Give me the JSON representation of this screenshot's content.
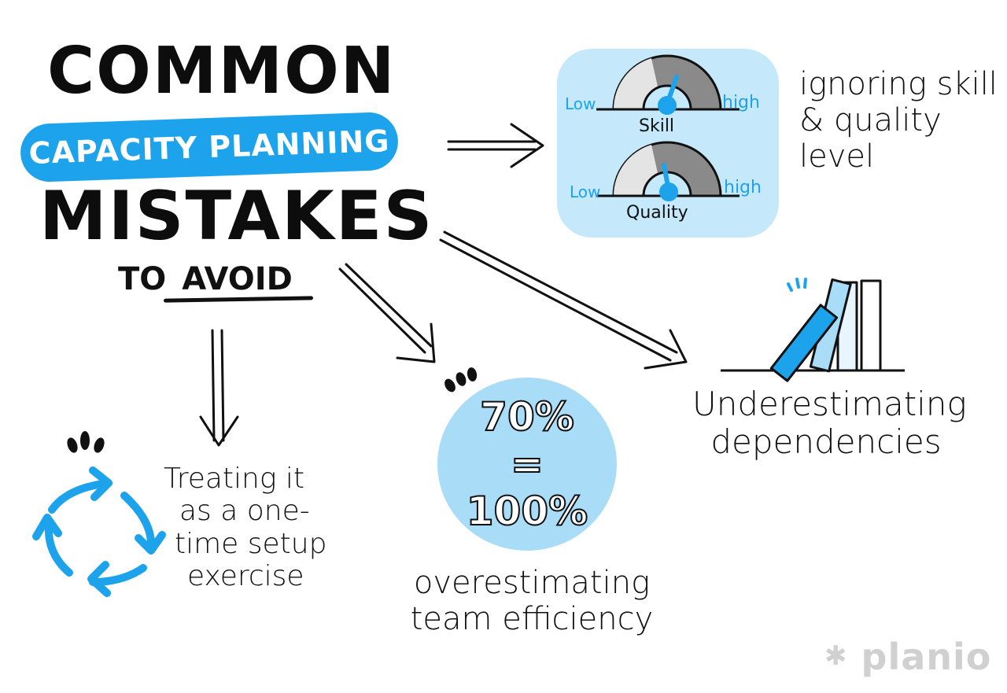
{
  "title": {
    "line1": "COMMON",
    "highlight": "CAPACITY PLANNING",
    "line3": "MISTAKES",
    "line4_prefix": "TO",
    "line4_emph": "AVOID"
  },
  "mistakes": [
    {
      "id": "skill-quality",
      "label_lines": [
        "ignoring skill",
        "& quality",
        "level"
      ],
      "gauges": [
        {
          "name": "Skill",
          "low": "Low",
          "high": "high"
        },
        {
          "name": "Quality",
          "low": "Low",
          "high": "high"
        }
      ]
    },
    {
      "id": "dependencies",
      "label_lines": [
        "Underestimating",
        "dependencies"
      ]
    },
    {
      "id": "efficiency",
      "label_lines": [
        "overestimating",
        "team efficiency"
      ],
      "badge_lines": [
        "70%",
        "=",
        "100%"
      ]
    },
    {
      "id": "one-time",
      "label_lines": [
        "Treating it",
        "as a one-",
        "time setup",
        "exercise"
      ]
    }
  ],
  "brand": {
    "asterisk": "✱",
    "name": "planio"
  },
  "colors": {
    "accent": "#1ca3ec",
    "light_blue": "#c6e8fb",
    "ink": "#0d0d0d",
    "brand_gray": "#d0d0d0"
  }
}
